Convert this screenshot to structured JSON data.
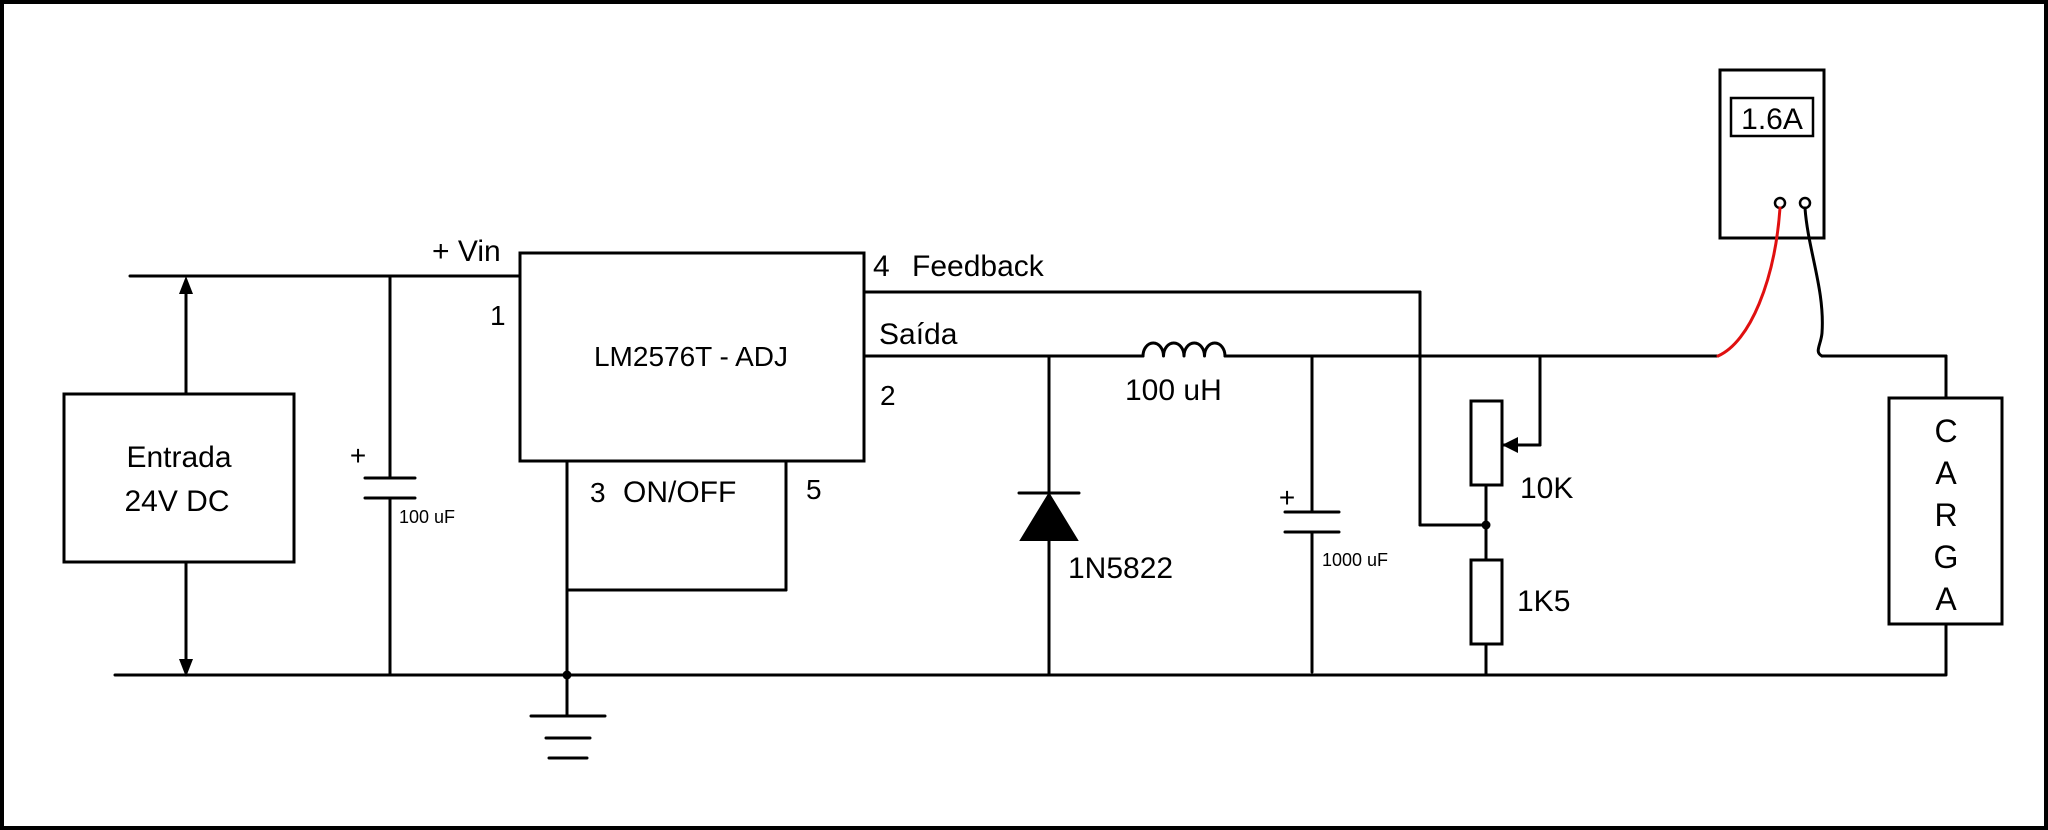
{
  "labels": {
    "entrada_line1": "Entrada",
    "entrada_line2": "24V DC",
    "ic_name": "LM2576T - ADJ",
    "vin": "+ Vin",
    "pin1": "1",
    "pin2": "2",
    "pin3": "3",
    "pin4": "4",
    "pin5": "5",
    "on_off": "ON/OFF",
    "feedback": "Feedback",
    "saida": "Saída",
    "inductor": "100 uH",
    "diode": "1N5822",
    "cap_in": "100 uF",
    "cap_out": "1000 uF",
    "cap_plus_in": "+",
    "cap_plus_out": "+",
    "pot": "10K",
    "resistor": "1K5",
    "meter_reading": "1.6A",
    "carga": [
      "C",
      "A",
      "R",
      "G",
      "A"
    ]
  },
  "colors": {
    "wire": "#000000",
    "probe_red": "#e01010",
    "background": "#ffffff"
  }
}
